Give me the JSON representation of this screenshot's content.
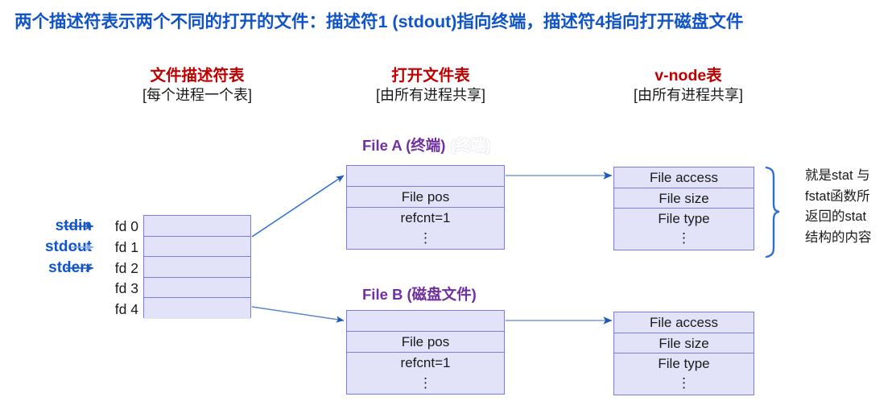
{
  "title": "两个描述符表示两个不同的打开的文件：描述符1 (stdout)指向终端，描述符4指向打开磁盘文件",
  "colors": {
    "title_blue": "#1054c8",
    "heading_red": "#c00000",
    "table_fill": "#e2e3f8",
    "table_border": "#7a7ce0",
    "arrow_blue": "#1f57b5",
    "arrow_light_blue": "#8aa9dd",
    "std_label_blue": "#1155cc",
    "file_label_purple": "#7030a0",
    "brace_blue": "#2f6fd0"
  },
  "columns": {
    "fd": {
      "title": "文件描述符表",
      "subtitle": "[每个进程一个表]"
    },
    "open": {
      "title": "打开文件表",
      "subtitle": "[由所有进程共享]"
    },
    "vnode": {
      "title": "v-node表",
      "subtitle": "[由所有进程共享]"
    }
  },
  "fd_table": {
    "std_labels": [
      {
        "name": "stdin",
        "fd": "fd 0"
      },
      {
        "name": "stdout",
        "fd": "fd 1"
      },
      {
        "name": "stderr",
        "fd": "fd 2"
      }
    ],
    "rows": [
      "fd 0",
      "fd 1",
      "fd 2",
      "fd 3",
      "fd 4"
    ]
  },
  "open_files": [
    {
      "label": "File A (终端)",
      "ghost_label": "(终端)",
      "rows": [
        "",
        "File pos",
        "refcnt=1",
        "⋮"
      ]
    },
    {
      "label": "File B (磁盘文件)",
      "rows": [
        "",
        "File pos",
        "refcnt=1",
        "⋮"
      ]
    }
  ],
  "vnodes": [
    {
      "rows": [
        "File access",
        "File size",
        "File type",
        "⋮"
      ]
    },
    {
      "rows": [
        "File access",
        "File size",
        "File type",
        "⋮"
      ]
    }
  ],
  "annotation": {
    "lines": [
      "就是stat 与",
      "fstat函数所",
      "返回的stat",
      "结构的内容"
    ]
  }
}
